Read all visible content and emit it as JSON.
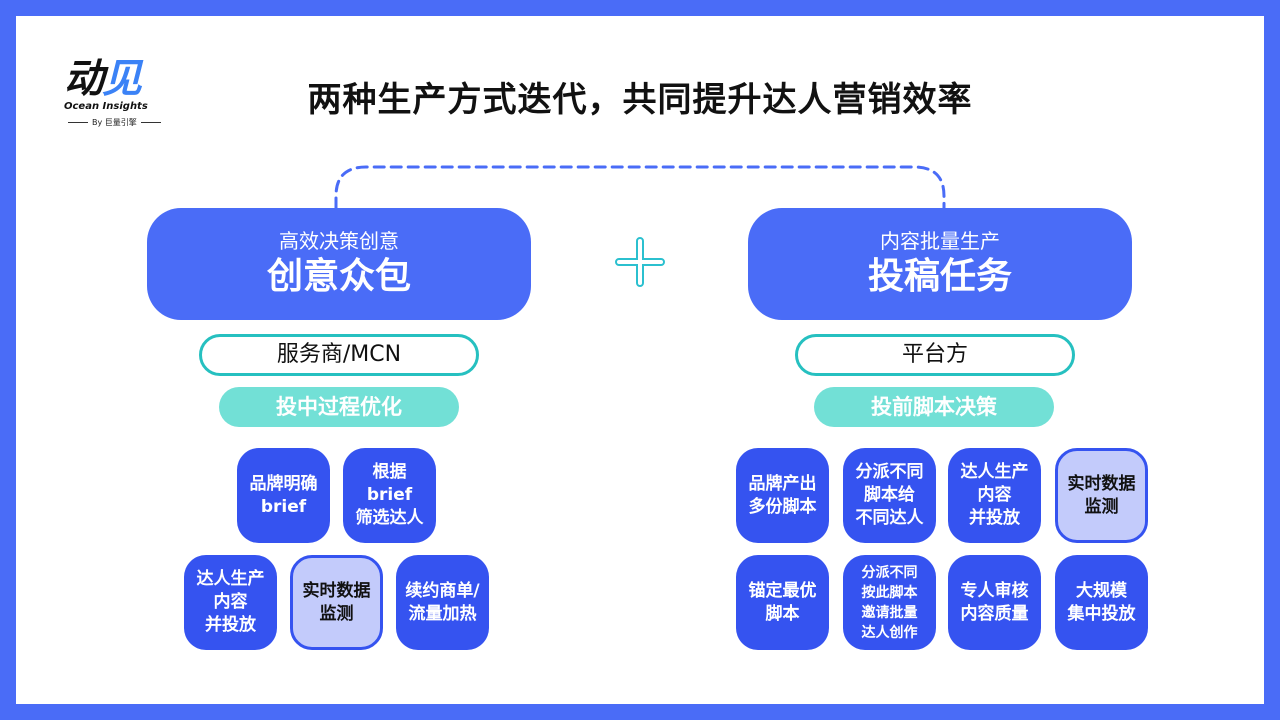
{
  "logo": {
    "mark_main": "动",
    "mark_accent": "见",
    "english": "Ocean Insights",
    "by_line": "By 巨量引擎"
  },
  "title": "两种生产方式迭代，共同提升达人营销效率",
  "colors": {
    "frame": "#4a6cf7",
    "big_box": "#4a6cf7",
    "tile": "#3553f0",
    "tile_highlight": "#c3cbfb",
    "teal_border": "#26c0c0",
    "teal_fill": "#72e0d6"
  },
  "connector_icon": "plus-icon",
  "left": {
    "subtitle": "高效决策创意",
    "heading": "创意众包",
    "role": "服务商/MCN",
    "phase": "投中过程优化",
    "tiles": [
      {
        "label": "品牌明确\nbrief",
        "highlight": false
      },
      {
        "label": "根据\nbrief\n筛选达人",
        "highlight": false
      },
      {
        "label": "达人生产\n内容\n并投放",
        "highlight": false
      },
      {
        "label": "实时数据\n监测",
        "highlight": true
      },
      {
        "label": "续约商单/\n流量加热",
        "highlight": false
      }
    ]
  },
  "right": {
    "subtitle": "内容批量生产",
    "heading": "投稿任务",
    "role": "平台方",
    "phase": "投前脚本决策",
    "tiles": [
      {
        "label": "品牌产出\n多份脚本",
        "highlight": false
      },
      {
        "label": "分派不同\n脚本给\n不同达人",
        "highlight": false
      },
      {
        "label": "达人生产\n内容\n并投放",
        "highlight": false
      },
      {
        "label": "实时数据\n监测",
        "highlight": true
      },
      {
        "label": "锚定最优\n脚本",
        "highlight": false
      },
      {
        "label": "分派不同\n按此脚本\n邀请批量\n达人创作",
        "highlight": false
      },
      {
        "label": "专人审核\n内容质量",
        "highlight": false
      },
      {
        "label": "大规模\n集中投放",
        "highlight": false
      }
    ]
  }
}
